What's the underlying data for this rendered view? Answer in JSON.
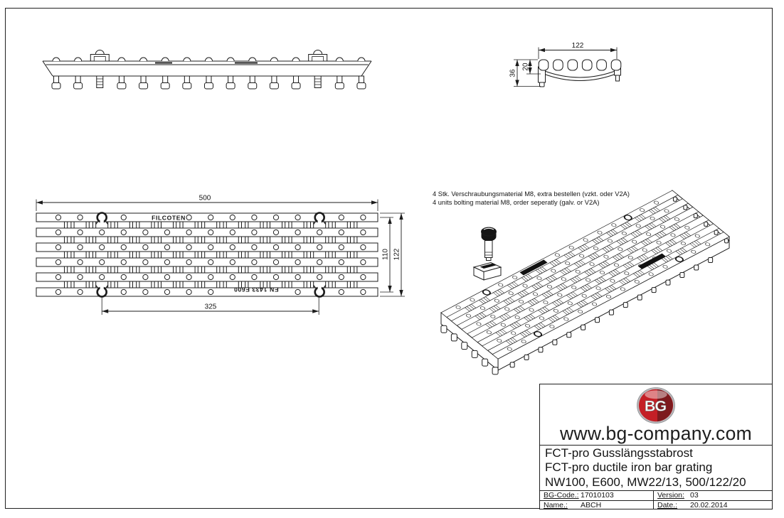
{
  "plan_view": {
    "length_dim": "500",
    "bolt_spacing_dim": "325",
    "bar_centers_dim": "110",
    "width_dim": "122",
    "brand_text": "FILCOTEN",
    "standard_text": "EN 1433 E600"
  },
  "end_view": {
    "width_dim": "122",
    "overall_height_dim": "36",
    "bar_height_dim": "20"
  },
  "iso_view": {
    "note_line1": "4 Stk. Verschraubungsmaterial M8, extra bestellen (vzkt. oder V2A)",
    "note_line2": "4 units bolting material M8, order seperatly (galv. or V2A)"
  },
  "title_block": {
    "logo_text": "BG",
    "website": "www.bg-company.com",
    "product_lines": [
      "FCT-pro Gusslängsstabrost",
      "FCT-pro ductile iron bar grating",
      "NW100, E600, MW22/13, 500/122/20"
    ],
    "fields": {
      "bg_code_label": "BG-Code.:",
      "bg_code_value": "17010103",
      "version_label": "Version:",
      "version_value": "03",
      "name_label": "Name.:",
      "name_value": "ABCH",
      "date_label": "Date.:",
      "date_value": "20.02.2014"
    },
    "logo_colors": {
      "red": "#c41f26",
      "dark_red": "#7d1a1e",
      "rim": "#b9b9bc"
    }
  }
}
